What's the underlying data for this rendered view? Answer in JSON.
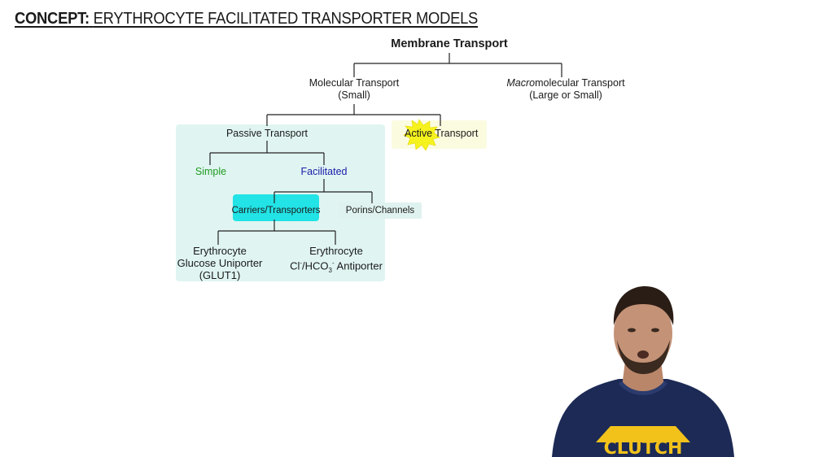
{
  "header": {
    "title_keyword": "CONCEPT:",
    "title_text": "ERYTHROCYTE FACILITATED TRANSPORTER MODELS"
  },
  "tree": {
    "root": "Membrane Transport",
    "molecular": {
      "line1": "Molecular Transport",
      "line2": "(Small)"
    },
    "macromolecular": {
      "italic_part": "Macro",
      "rest": "molecular Transport",
      "line2": "(Large or Small)"
    },
    "passive": "Passive Transport",
    "active": {
      "highlight": "Active",
      "rest": " Transport"
    },
    "simple": "Simple",
    "facilitated": "Facilitated",
    "carriers": "Carriers/Transporters",
    "porins": "Porins/Channels",
    "glut1": {
      "line1": "Erythrocyte",
      "line2": "Glucose Uniporter",
      "line3": "(GLUT1)"
    },
    "antiporter": {
      "line1": "Erythrocyte",
      "line2_a": "Cl",
      "sup1": "-",
      "line2_b": "/HCO",
      "sub": "3",
      "sup2": "-",
      "line2_c": " Antiporter"
    }
  },
  "presenter": {
    "shirt_text": "CLUTCH"
  },
  "colors": {
    "simple": "#1f9a1f",
    "facilitated": "#1a1aa8",
    "cyan_highlight": "#22e3e6",
    "active_star": "#f5f21e",
    "passive_region": "#e0f5f2",
    "active_region": "#fbfbe0",
    "shirt": "#1c2a55",
    "shirt_logo": "#f2c21b"
  }
}
